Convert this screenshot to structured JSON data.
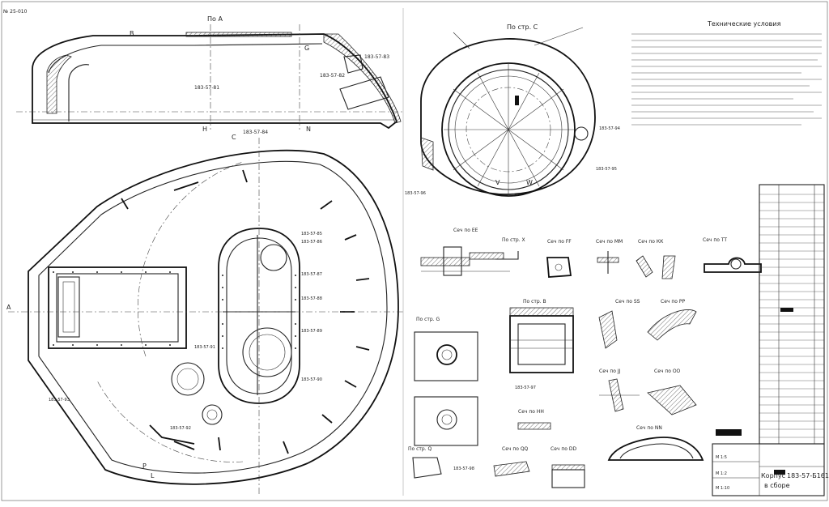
{
  "sheet": {
    "number_stamp": "№ 25-010",
    "view_labels": {
      "view_a": "По А",
      "view_c": "По стр. С",
      "section_ee": "Сеч по ЕЕ",
      "view_x": "По стр. X",
      "section_ff": "Сеч по FF",
      "section_mm": "Сеч по MM",
      "section_kk": "Сеч по КК",
      "view_b": "По стр. В",
      "view_g": "По стр. G",
      "section_ss": "Сеч по SS",
      "section_pp": "Сеч по PP",
      "section_tt": "Сеч по TT",
      "section_jj": "Сеч по JJ",
      "section_oo": "Сеч по OO",
      "section_hh": "Сеч по HH",
      "section_nn": "Сеч по NN",
      "section_qq": "Сеч по QQ",
      "section_dd": "Сеч по DD",
      "view_q": "По стр. Q"
    },
    "tech_title": "Технические условия",
    "marks": {
      "A": "A",
      "B": "B",
      "C": "C",
      "L": "L",
      "P": "P",
      "G": "G",
      "N": "N",
      "V": "V",
      "W": "W",
      "H": "H"
    },
    "part_codes": [
      "183-57-81",
      "183-57-82",
      "183-57-83",
      "183-57-84",
      "183-57-85",
      "183-57-86",
      "183-57-87",
      "183-57-88",
      "183-57-89",
      "183-57-90",
      "183-57-91",
      "183-57-92",
      "183-57-93",
      "183-57-94",
      "183-57-95",
      "183-57-96",
      "183-57-97",
      "183-57-98"
    ],
    "title_block": {
      "drawing_number": "183-57-Б161",
      "name": "Корпус",
      "subname": "в сборе"
    },
    "scales": [
      "М 1:5",
      "М 1:2",
      "М 1:10"
    ]
  }
}
